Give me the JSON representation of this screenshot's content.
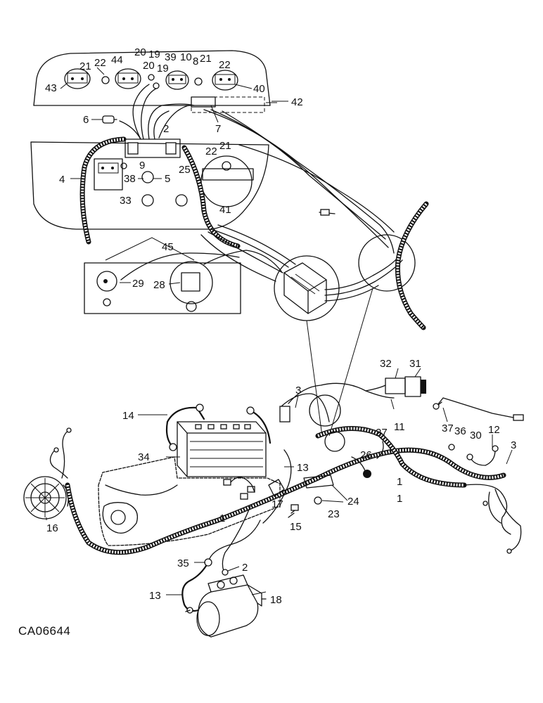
{
  "catalog_code": "CA06644",
  "callouts": [
    {
      "id": "c21a",
      "text": "21"
    },
    {
      "id": "c22a",
      "text": "22"
    },
    {
      "id": "c44",
      "text": "44"
    },
    {
      "id": "c20a",
      "text": "20"
    },
    {
      "id": "c19a",
      "text": "19"
    },
    {
      "id": "c39",
      "text": "39"
    },
    {
      "id": "c10",
      "text": "10"
    },
    {
      "id": "c8",
      "text": "8"
    },
    {
      "id": "c21b",
      "text": "21"
    },
    {
      "id": "c22b",
      "text": "22"
    },
    {
      "id": "c20b",
      "text": "20"
    },
    {
      "id": "c19b",
      "text": "19"
    },
    {
      "id": "c43",
      "text": "43"
    },
    {
      "id": "c40",
      "text": "40"
    },
    {
      "id": "c42",
      "text": "42"
    },
    {
      "id": "c7a",
      "text": "7"
    },
    {
      "id": "c6",
      "text": "6"
    },
    {
      "id": "c2a",
      "text": "2"
    },
    {
      "id": "c21c",
      "text": "21"
    },
    {
      "id": "c22c",
      "text": "22"
    },
    {
      "id": "c9",
      "text": "9"
    },
    {
      "id": "c25",
      "text": "25"
    },
    {
      "id": "c4",
      "text": "4"
    },
    {
      "id": "c38",
      "text": "38"
    },
    {
      "id": "c5",
      "text": "5"
    },
    {
      "id": "c33",
      "text": "33"
    },
    {
      "id": "c41",
      "text": "41"
    },
    {
      "id": "c45",
      "text": "45"
    },
    {
      "id": "c29",
      "text": "29"
    },
    {
      "id": "c28",
      "text": "28"
    },
    {
      "id": "c32",
      "text": "32"
    },
    {
      "id": "c31",
      "text": "31"
    },
    {
      "id": "c3a",
      "text": "3"
    },
    {
      "id": "c11",
      "text": "11"
    },
    {
      "id": "c37",
      "text": "37"
    },
    {
      "id": "c14",
      "text": "14"
    },
    {
      "id": "c27",
      "text": "27"
    },
    {
      "id": "c36",
      "text": "36"
    },
    {
      "id": "c30",
      "text": "30"
    },
    {
      "id": "c12",
      "text": "12"
    },
    {
      "id": "c3b",
      "text": "3"
    },
    {
      "id": "c34",
      "text": "34"
    },
    {
      "id": "c26",
      "text": "26"
    },
    {
      "id": "c13a",
      "text": "13"
    },
    {
      "id": "c1a",
      "text": "1"
    },
    {
      "id": "c17",
      "text": "17"
    },
    {
      "id": "c24",
      "text": "24"
    },
    {
      "id": "c23",
      "text": "23"
    },
    {
      "id": "c1b",
      "text": "1"
    },
    {
      "id": "c16",
      "text": "16"
    },
    {
      "id": "c15",
      "text": "15"
    },
    {
      "id": "c1c",
      "text": "1"
    },
    {
      "id": "c35",
      "text": "35"
    },
    {
      "id": "c2b",
      "text": "2"
    },
    {
      "id": "c13b",
      "text": "13"
    },
    {
      "id": "c18",
      "text": "18"
    }
  ]
}
